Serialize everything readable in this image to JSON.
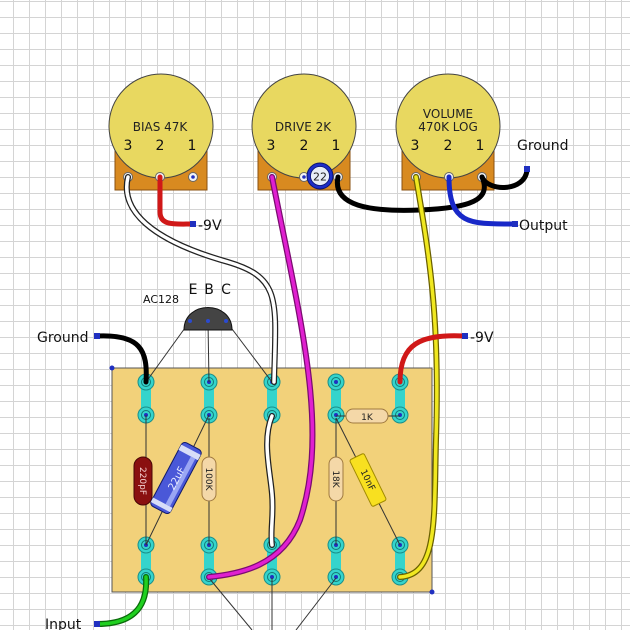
{
  "pots": [
    {
      "name": "BIAS 47K",
      "pins": [
        "3",
        "2",
        "1"
      ]
    },
    {
      "name": "DRIVE 2K",
      "pins": [
        "3",
        "2",
        "1"
      ]
    },
    {
      "name": "VOLUME",
      "name2": "470K LOG",
      "pins": [
        "3",
        "2",
        "1"
      ]
    }
  ],
  "transistor": {
    "name": "AC128",
    "pins": [
      "E",
      "B",
      "C"
    ]
  },
  "bridge_resistor": "22",
  "components": {
    "c1": "220pF",
    "c2": "22uF",
    "r100k": "100K",
    "r18k": "18K",
    "c10nf": "10nF",
    "r1k": "1K"
  },
  "labels": {
    "ground_top": "Ground",
    "output": "Output",
    "neg9v_bias": "-9V",
    "ground_left": "Ground",
    "neg9v_board": "-9V",
    "input": "Input"
  },
  "colors": {
    "board": "#f2d17a",
    "strip": "#35d4cc",
    "pot_body": "#e8d860",
    "pot_base": "#d88a20",
    "wire_red": "#d01818",
    "wire_blue": "#1828c8",
    "wire_magenta": "#e020d0",
    "wire_yellow": "#f0e820",
    "wire_green": "#20d020",
    "wire_black": "#000000"
  }
}
